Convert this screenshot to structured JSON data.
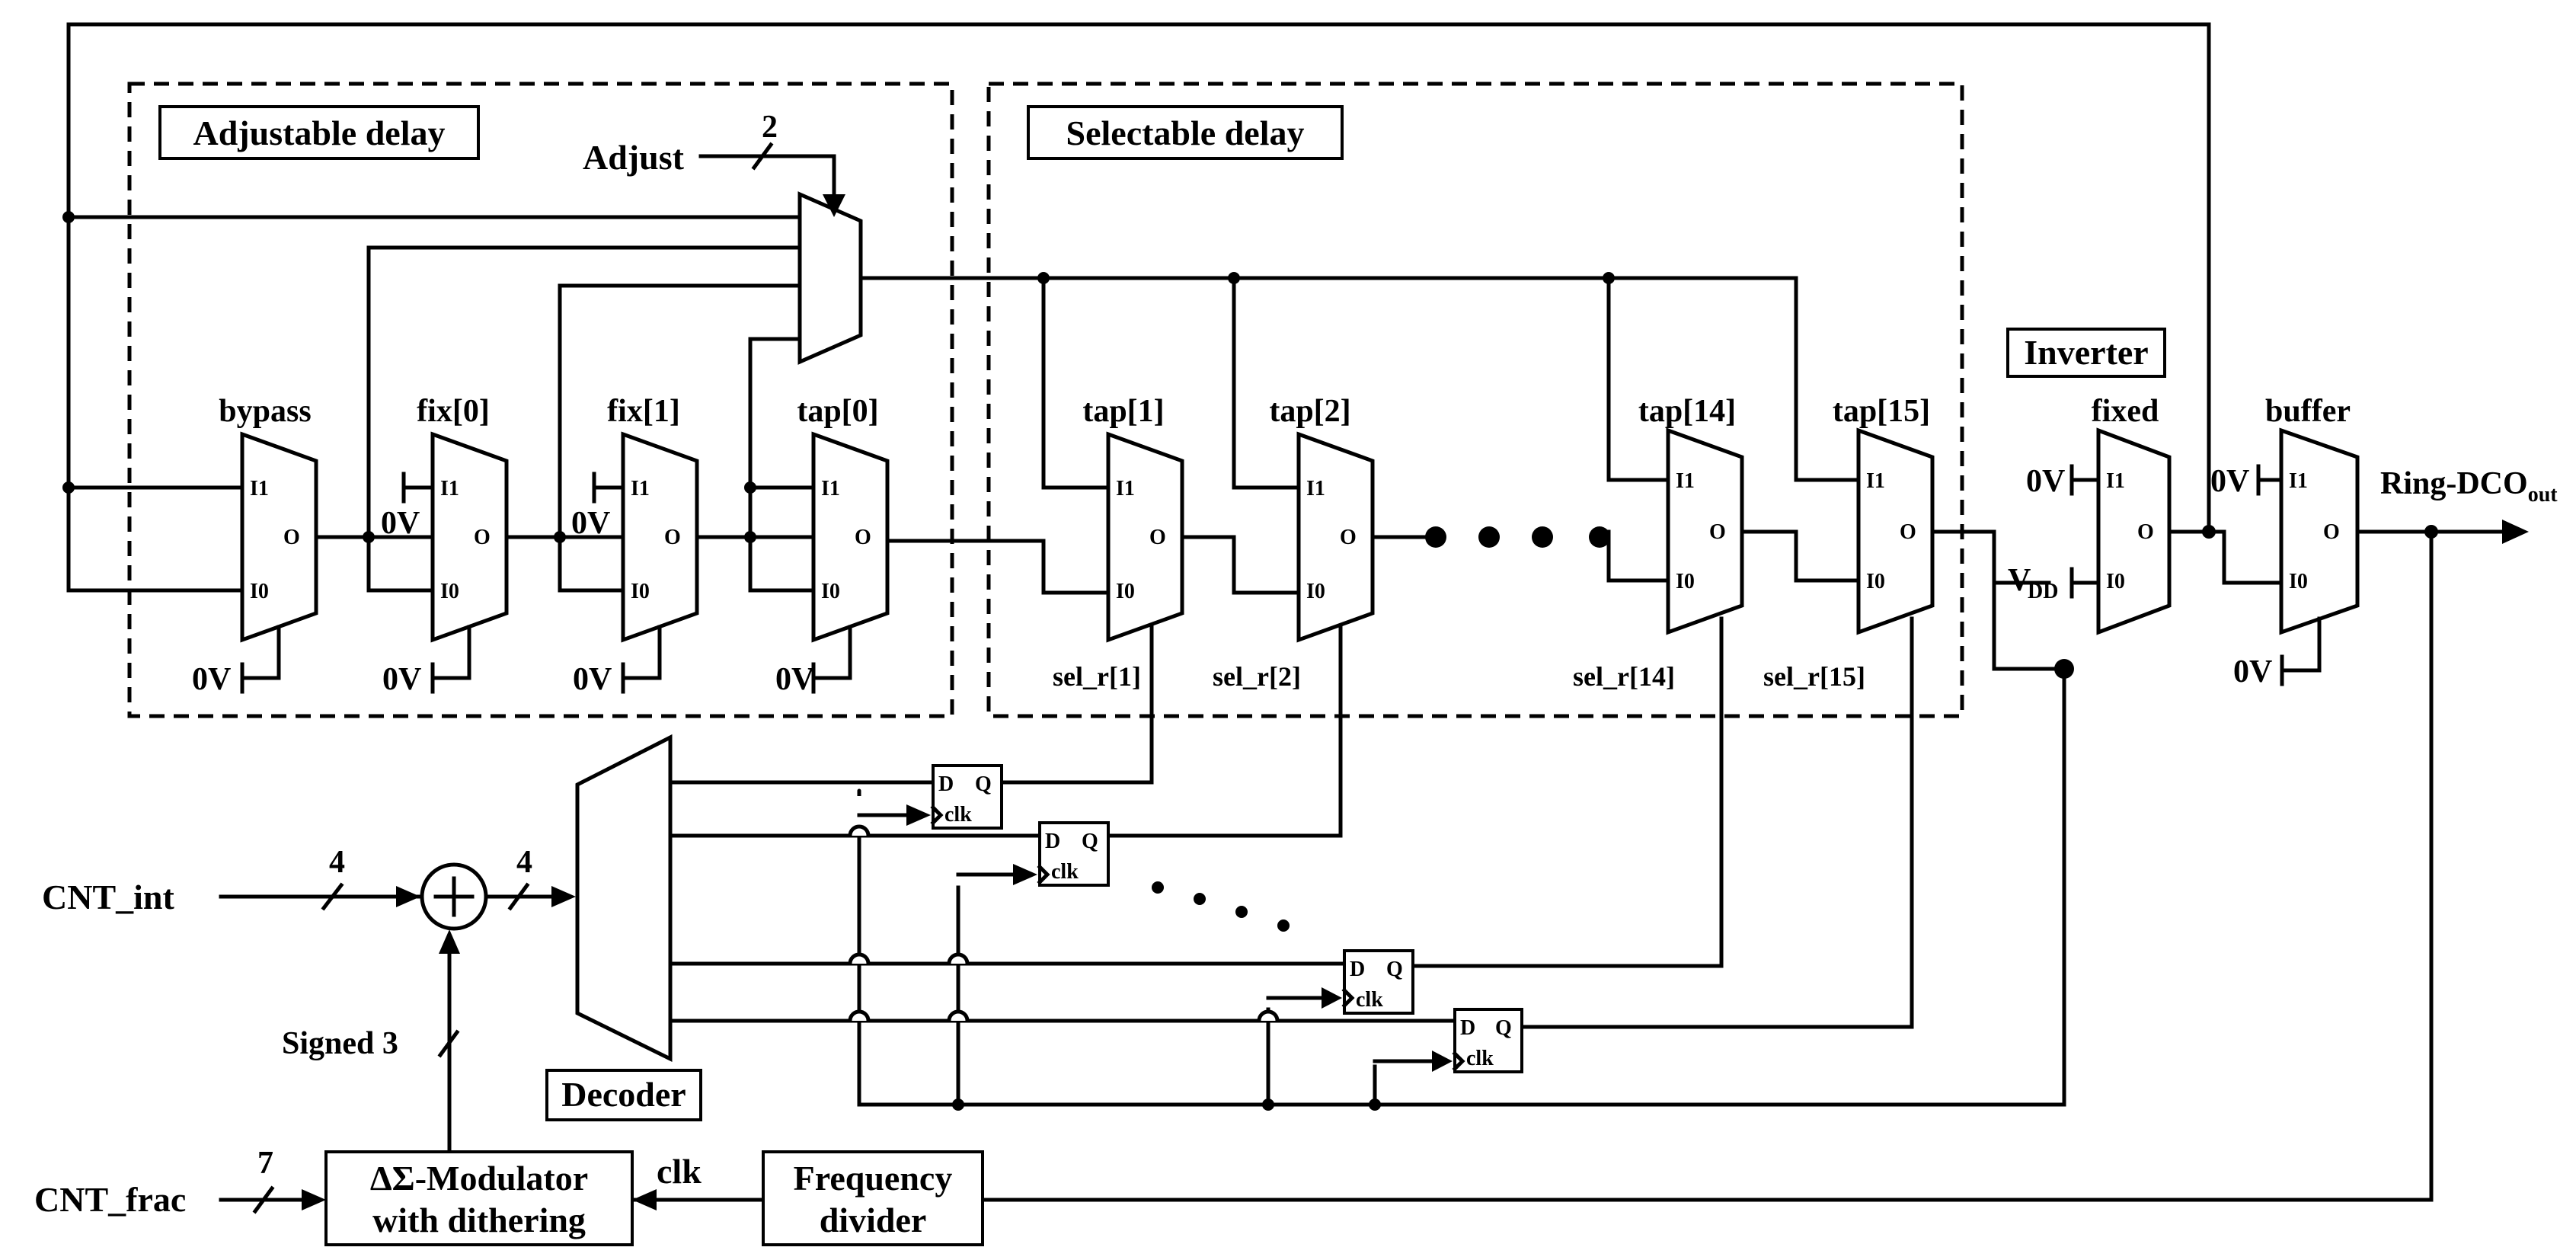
{
  "regions": {
    "adjustable_delay": "Adjustable delay",
    "selectable_delay": "Selectable delay",
    "inverter": "Inverter"
  },
  "labels": {
    "adjust": "Adjust",
    "adjust_width": "2",
    "ring_dco": "Ring-DCO",
    "ring_dco_sub": "out",
    "vdd": "V",
    "vdd_sub": "DD",
    "zero_v": "0V",
    "cnt_int": "CNT_int",
    "cnt_int_width": "4",
    "sum_out_width": "4",
    "signed": "Signed 3",
    "cnt_frac": "CNT_frac",
    "cnt_frac_width": "7",
    "clk": "clk",
    "decoder": "Decoder",
    "dots": "●  ●  ●  ●"
  },
  "mux": {
    "in1": "I1",
    "in0": "I0",
    "out": "O",
    "names": {
      "bypass": "bypass",
      "fix0": "fix[0]",
      "fix1": "fix[1]",
      "tap0": "tap[0]",
      "tap1": "tap[1]",
      "tap2": "tap[2]",
      "tap14": "tap[14]",
      "tap15": "tap[15]",
      "fixed": "fixed",
      "buffer": "buffer"
    }
  },
  "selects": {
    "s1": "sel_r[1]",
    "s2": "sel_r[2]",
    "s14": "sel_r[14]",
    "s15": "sel_r[15]"
  },
  "flipflop": {
    "d": "D",
    "q": "Q",
    "clk": "clk"
  },
  "blocks": {
    "modulator_l1": "ΔΣ-Modulator",
    "modulator_l2": "with dithering",
    "divider_l1": "Frequency",
    "divider_l2": "divider"
  }
}
